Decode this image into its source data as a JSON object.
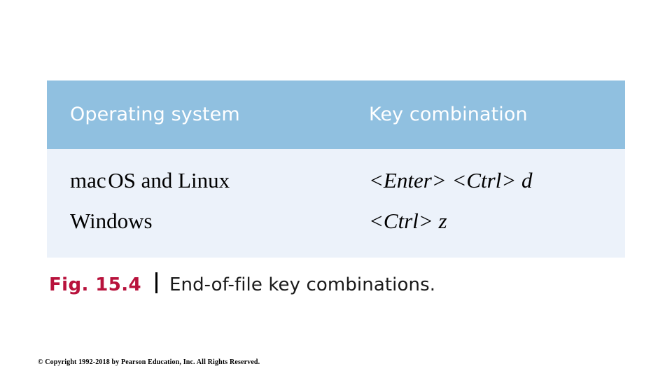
{
  "slide": {
    "table": {
      "columns": [
        {
          "header": "Operating system"
        },
        {
          "header": "Key combination"
        }
      ],
      "rows": [
        {
          "os": "mac OS and Linux",
          "key": "<Enter> <Ctrl> d"
        },
        {
          "os": "Windows",
          "key": "<Ctrl> z"
        }
      ],
      "header_bg": "#90c0e0",
      "body_bg": "#ecf2fa",
      "header_text_color": "#ffffff"
    },
    "caption": {
      "figure_label": "Fig. 15.4",
      "separator": "|",
      "text": "End-of-file key combinations.",
      "figure_color": "#b8123c"
    },
    "footer": {
      "copyright": "© Copyright 1992-2018 by Pearson Education, Inc. All Rights Reserved."
    }
  }
}
